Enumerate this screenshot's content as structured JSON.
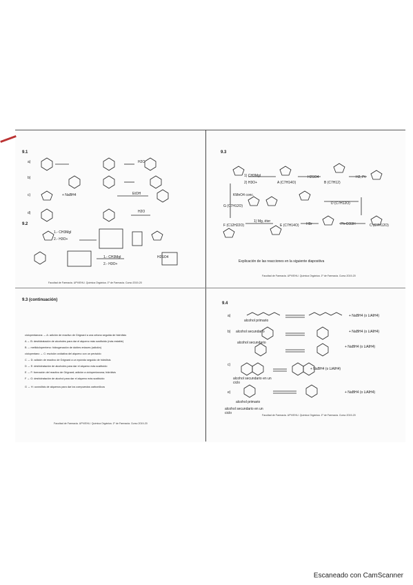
{
  "panel_tl": {
    "section": "9.1",
    "labels": [
      "a)",
      "b)",
      "c)",
      "d)"
    ],
    "reagents": [
      "H2O",
      "+ NaBH4",
      "EtOH",
      "H2O"
    ],
    "section2": "9.2",
    "step1": "1.- CH3MgI",
    "step2": "2.- H3O+",
    "dehydr": "H2SO4",
    "footer": "Facultad de Farmacia. UPV/EHU. Química Orgánica. 1º de Farmacia. Curso 2019-20"
  },
  "panel_tr": {
    "section": "9.3",
    "reagents": [
      "1) CH3MgI",
      "2) H3O+",
      "H2SO4",
      "H2, Pt",
      "KMnO4 conc.",
      "1) Mg, éter",
      "HBr",
      "Ph-CO3H"
    ],
    "compounds": [
      "A (C7H14O)",
      "B (C7H12)",
      "D (C7H12O)",
      "E (C7H14O)",
      "F (C12H22O)",
      "C (C7H12O)",
      "G (C7H12O)"
    ],
    "caption": "Explicación de las reacciones en la siguiente diapositiva",
    "footer": "Facultad de Farmacia. UPV/EHU. Química Orgánica. 1º de Farmacia. Curso 2019-20"
  },
  "panel_bl": {
    "section": "9.3 (continuación)",
    "rows": [
      "ciclopentanona → A: adición de reactivo de Grignard a una cetona seguida de hidrólisis",
      "A → B: deshidratación de alcoholes para dar el alqueno más sustituido (más estable)",
      "B → metilciclopenteno: hidrogenación de dobles enlaces (adición)",
      "ciclopentano → C: escisión oxidativa del alqueno con un perácido",
      "C → D: adición de reactivo de Grignard a un epóxido seguido de hidrólisis",
      "D → E: deshidratación de alcoholes para dar el alqueno más sustituido",
      "E → F: formación del reactivo de Grignard; adición a ciclopentanona; hidrólisis",
      "F → G: deshidratación de alcohol para dar el alqueno más sustituido",
      "G → H: ozonólisis de alquenos para dar los compuestos carbonílicos"
    ],
    "footer": "Facultad de Farmacia. UPV/EHU. Química Orgánica. 1º de Farmacia. Curso 2019-20"
  },
  "panel_br": {
    "section": "9.4",
    "items": [
      {
        "tag": "a)",
        "label": "alcohol primario",
        "reagent": "+ NaBH4 (o LiAlH4)"
      },
      {
        "tag": "b)",
        "label": "alcohol secundario",
        "reagent": "+ NaBH4 (o LiAlH4)"
      },
      {
        "tag": "",
        "label": "alcohol secundario",
        "reagent": "+ NaBH4 (o LiAlH4)"
      },
      {
        "tag": "c)",
        "label": "alcohol secundario en un ciclo",
        "reagent": "+ NaBH4 (o LiAlH4)"
      },
      {
        "tag": "e)",
        "label": "alcohol secundario en un ciclo",
        "reagent": "+ NaBH4 (o LiAlH4)"
      }
    ],
    "extra_label": "alcohol primario",
    "footer": "Facultad de Farmacia. UPV/EHU. Química Orgánica. 1º de Farmacia. Curso 2019-20"
  },
  "watermark": "Escaneado con CamScanner"
}
